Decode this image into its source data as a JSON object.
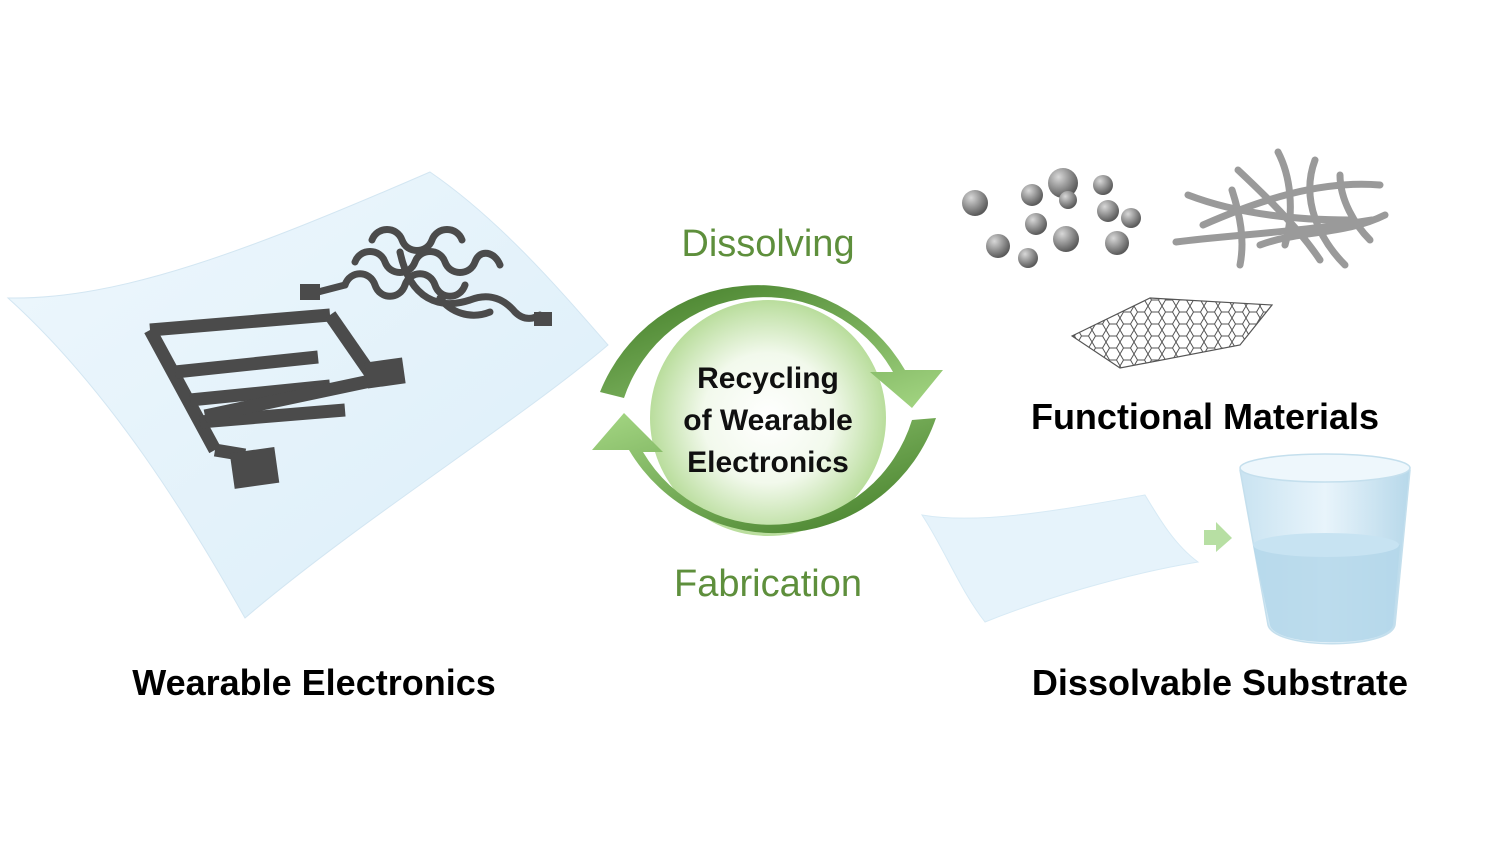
{
  "cycle": {
    "top_label": "Dissolving",
    "bottom_label": "Fabrication",
    "center_lines": [
      "Recycling",
      "of Wearable",
      "Electronics"
    ]
  },
  "left": {
    "caption": "Wearable Electronics"
  },
  "right": {
    "functional_caption": "Functional Materials",
    "substrate_caption": "Dissolvable Substrate"
  },
  "colors": {
    "arrow_dark": "#3f7a25",
    "arrow_light": "#a5d784",
    "step_text": "#5e8f3c",
    "film": "#e6f3fb",
    "circuit": "#4b4b4b",
    "water": "#b4d7ea"
  }
}
